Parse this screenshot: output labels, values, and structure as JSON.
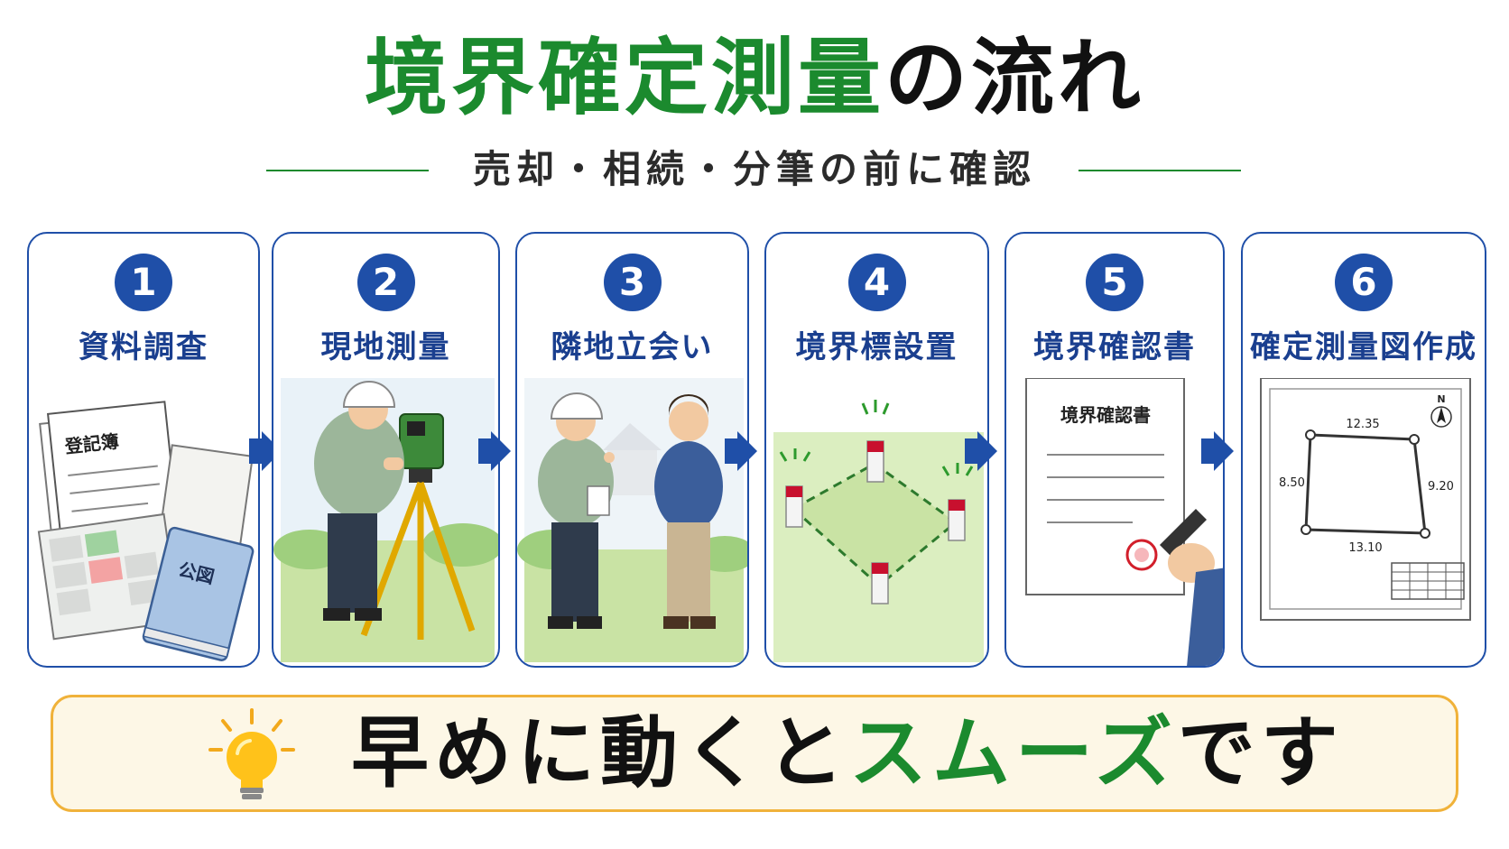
{
  "title": {
    "main": "境界確定測量",
    "suffix": "の流れ"
  },
  "subtitle": "売却・相続・分筆の前に確認",
  "steps": [
    {
      "num": "1",
      "label": "資料調査",
      "doc1": "登記簿",
      "doc2": "公図"
    },
    {
      "num": "2",
      "label": "現地測量"
    },
    {
      "num": "3",
      "label": "隣地立会い"
    },
    {
      "num": "4",
      "label": "境界標設置"
    },
    {
      "num": "5",
      "label": "境界確認書",
      "doc": "境界確認書"
    },
    {
      "num": "6",
      "label": "確定測量図作成",
      "north": "N",
      "dims": {
        "top": "12.35",
        "left": "8.50",
        "right": "9.20",
        "bottom": "13.10"
      }
    }
  ],
  "banner": {
    "text1": "早めに動くと",
    "highlight": "スムーズ",
    "text2": "です"
  },
  "colors": {
    "accent_green": "#1b8a2e",
    "primary_blue": "#1f4fa8",
    "banner_border": "#f0b23a",
    "banner_bg": "#fdf7e6"
  },
  "icons": [
    "arrow-right-icon",
    "lightbulb-icon",
    "north-arrow-icon"
  ]
}
